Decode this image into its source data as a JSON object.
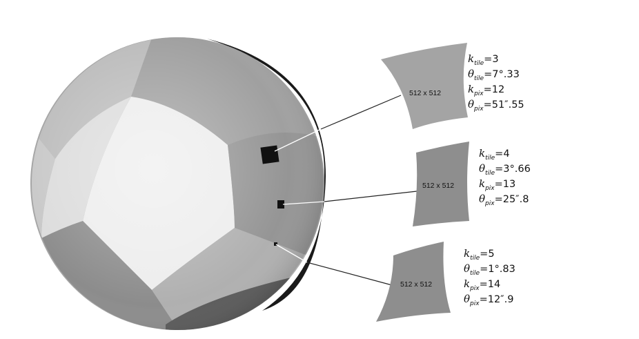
{
  "tiles": [
    {
      "label": "512 x 512",
      "k_tile": "3",
      "theta_tile": "7°.33",
      "k_pix": "12",
      "theta_pix": "51″.55"
    },
    {
      "label": "512 x 512",
      "k_tile": "4",
      "theta_tile": "3°.66",
      "k_pix": "13",
      "theta_pix": "25″.8"
    },
    {
      "label": "512 x 512",
      "k_tile": "5",
      "theta_tile": "1°.83",
      "k_pix": "14",
      "theta_pix": "12″.9"
    }
  ],
  "symbols": {
    "k": "k",
    "theta": "θ",
    "tile_sub": "tile",
    "pix_sub": "pix",
    "eq": "="
  },
  "colors": {
    "sphere_light": "#f0f0f0",
    "sphere_mid": "#b4b4b4",
    "sphere_dark": "#8a8a8a",
    "tile_fill": "#9a9a9a",
    "marker": "#111111"
  }
}
